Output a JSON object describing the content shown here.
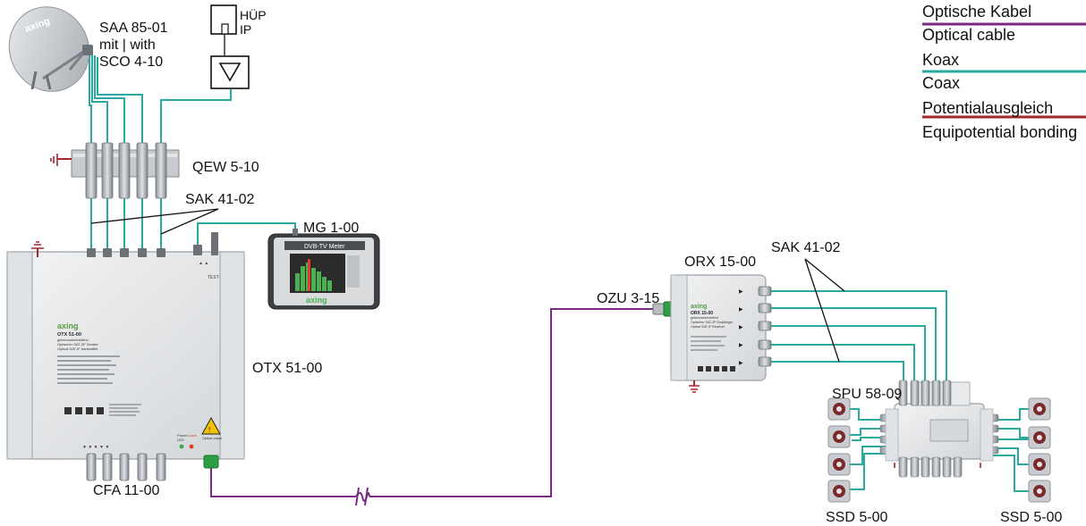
{
  "colors": {
    "optical": "#7b2a84",
    "coax": "#2aa99f",
    "bonding": "#a3272e",
    "device_body": "#e6e8ea",
    "device_edge": "#9aa0a6",
    "connector": "#6b7177"
  },
  "legend": {
    "optical_de": "Optische Kabel",
    "optical_en": "Optical cable",
    "coax_de": "Koax",
    "coax_en": "Coax",
    "bonding_de": "Potentialausgleich",
    "bonding_en": "Equipotential bonding"
  },
  "labels": {
    "dish_model": "SAA 85-01",
    "dish_with": "mit | with",
    "dish_lnb": "SCO 4-10",
    "hup_line1": "HÜP",
    "hup_line2": "IP",
    "qew": "QEW 5-10",
    "sak_top": "SAK 41-02",
    "mg": "MG 1-00",
    "otx": "OTX 51-00",
    "cfa": "CFA 11-00",
    "ozu": "OZU 3-15",
    "orx": "ORX 15-00",
    "sak_right": "SAK 41-02",
    "spu": "SPU 58-09",
    "ssd_left": "SSD 5-00",
    "ssd_right": "SSD 5-00"
  },
  "device_text": {
    "dish_logo": "axing",
    "otx_logo": "axing",
    "otx_model": "OTX 51-00",
    "otx_sub1": "gekennzeichnet/frei",
    "otx_sub2": "Optischer SAT-ZF Sender",
    "otx_sub3": "Optical SAT-IF transmitter",
    "mg_title": "DVB-TV Meter",
    "mg_logo": "axing",
    "orx_logo": "axing",
    "orx_model": "ORX 15-00",
    "orx_sub1": "gekennzeichnet/frei",
    "orx_sub2": "Optischer SAT-ZF Empfänger",
    "orx_sub3": "Optical SAT-IF Receiver",
    "otx_led_power": "Power",
    "otx_led_label": "LED",
    "otx_laser": "Laser",
    "otx_optical_out": "Optical output",
    "otx_test": "TEST"
  }
}
